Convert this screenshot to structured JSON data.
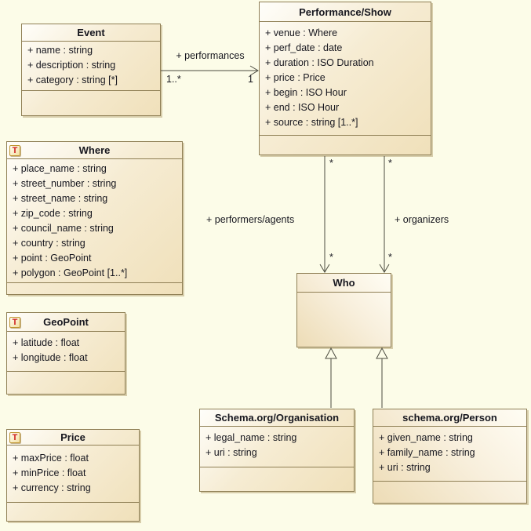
{
  "diagram": {
    "background_color": "#fcfce8",
    "box_border_color": "#8f7f55",
    "line_color": "#4c4c40",
    "type_icon_letter": "T",
    "type_icon_color": "#cf1f1f"
  },
  "classes": [
    {
      "id": "event",
      "title": "Event",
      "attributes": [
        "+ name : string",
        "+ description : string",
        "+ category : string [*]"
      ]
    },
    {
      "id": "performance-show",
      "title": "Performance/Show",
      "attributes": [
        "+ venue : Where",
        "+ perf_date : date",
        "+ duration : ISO Duration",
        "+ price : Price",
        "+ begin : ISO Hour",
        "+ end : ISO Hour",
        "+ source : string [1..*]"
      ]
    },
    {
      "id": "where",
      "title": "Where",
      "has_type_icon": true,
      "attributes": [
        "+ place_name : string",
        "+ street_number : string",
        "+ street_name : string",
        "+ zip_code : string",
        "+ council_name : string",
        "+ country : string",
        "+ point : GeoPoint",
        "+ polygon : GeoPoint [1..*]"
      ]
    },
    {
      "id": "geopoint",
      "title": "GeoPoint",
      "has_type_icon": true,
      "attributes": [
        "+ latitude : float",
        "+ longitude : float"
      ]
    },
    {
      "id": "price",
      "title": "Price",
      "has_type_icon": true,
      "attributes": [
        "+ maxPrice : float",
        "+ minPrice : float",
        "+ currency : string"
      ]
    },
    {
      "id": "who",
      "title": "Who",
      "attributes": []
    },
    {
      "id": "organisation",
      "title": "Schema.org/Organisation",
      "attributes": [
        "+ legal_name : string",
        "+ uri : string"
      ]
    },
    {
      "id": "person",
      "title": "schema.org/Person",
      "attributes": [
        "+ given_name : string",
        "+ family_name : string",
        "+ uri : string"
      ]
    }
  ],
  "associations": [
    {
      "name": "+ performances",
      "from": "Event",
      "to": "Performance/Show",
      "from_multiplicity": "1..*",
      "to_multiplicity": "1"
    },
    {
      "name": "+ performers/agents",
      "from": "Performance/Show",
      "to": "Who",
      "from_multiplicity": "*",
      "to_multiplicity": "*"
    },
    {
      "name": "+ organizers",
      "from": "Performance/Show",
      "to": "Who",
      "from_multiplicity": "*",
      "to_multiplicity": "*"
    }
  ],
  "generalizations": [
    {
      "from": "Schema.org/Organisation",
      "to": "Who"
    },
    {
      "from": "schema.org/Person",
      "to": "Who"
    }
  ]
}
